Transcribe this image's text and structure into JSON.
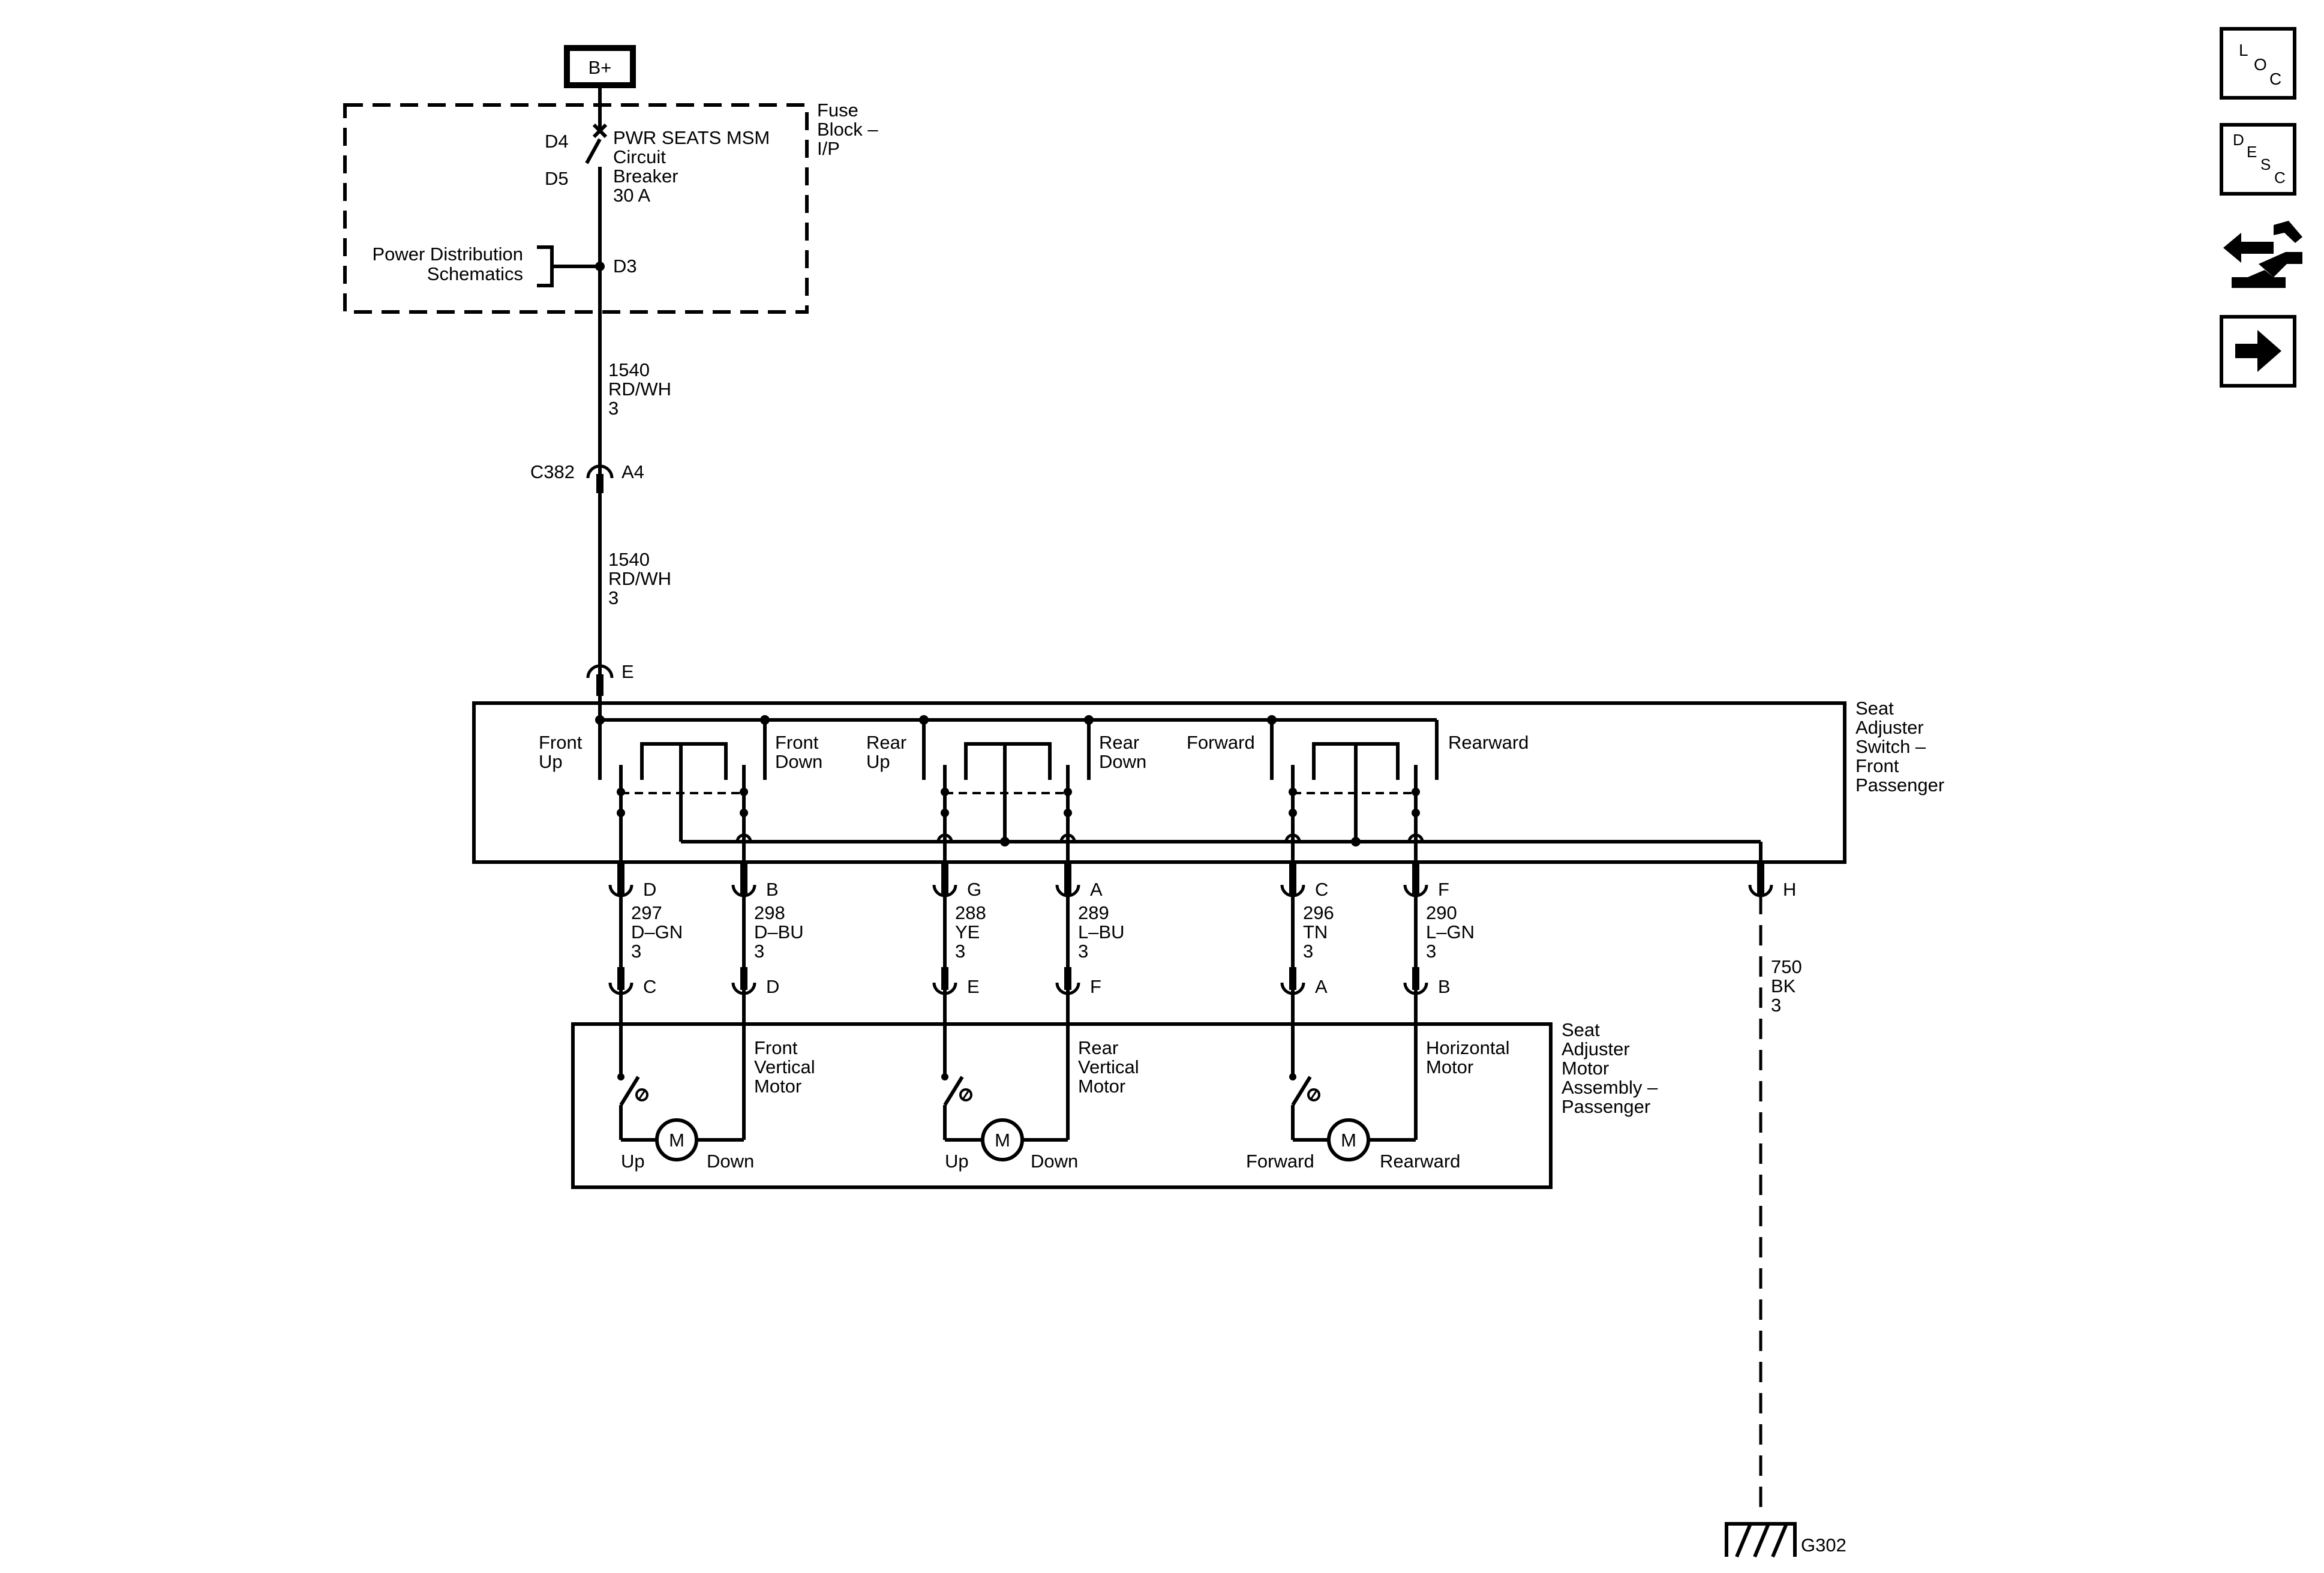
{
  "power": {
    "source": "B+"
  },
  "fuse_block": {
    "title": [
      "Fuse",
      "Block –",
      "I/P"
    ],
    "pin_in": "D4",
    "pin_out": "D5",
    "breaker": [
      "PWR SEATS MSM",
      "Circuit",
      "Breaker",
      "30 A"
    ],
    "tap_pin": "D3",
    "ref": [
      "Power Distribution",
      "Schematics"
    ]
  },
  "feed_wire_upper": [
    "1540",
    "RD/WH",
    "3"
  ],
  "inline_connector": {
    "name": "C382",
    "pin": "A4"
  },
  "feed_wire_lower": [
    "1540",
    "RD/WH",
    "3"
  ],
  "switch": {
    "input_pin": "E",
    "title": [
      "Seat",
      "Adjuster",
      "Switch –",
      "Front",
      "Passenger"
    ],
    "positions": [
      [
        "Front",
        "Up"
      ],
      [
        "Front",
        "Down"
      ],
      [
        "Rear",
        "Up"
      ],
      [
        "Rear",
        "Down"
      ],
      [
        "Forward"
      ],
      [
        "Rearward"
      ]
    ],
    "ground_pin": "H"
  },
  "circuits": [
    {
      "switch_pin": "D",
      "wire": [
        "297",
        "D–GN",
        "3"
      ],
      "motor_pin": "C"
    },
    {
      "switch_pin": "B",
      "wire": [
        "298",
        "D–BU",
        "3"
      ],
      "motor_pin": "D"
    },
    {
      "switch_pin": "G",
      "wire": [
        "288",
        "YE",
        "3"
      ],
      "motor_pin": "E"
    },
    {
      "switch_pin": "A",
      "wire": [
        "289",
        "L–BU",
        "3"
      ],
      "motor_pin": "F"
    },
    {
      "switch_pin": "C",
      "wire": [
        "296",
        "TN",
        "3"
      ],
      "motor_pin": "A"
    },
    {
      "switch_pin": "F",
      "wire": [
        "290",
        "L–GN",
        "3"
      ],
      "motor_pin": "B"
    }
  ],
  "ground_wire": [
    "750",
    "BK",
    "3"
  ],
  "ground": {
    "name": "G302"
  },
  "motor_assembly": {
    "title": [
      "Seat",
      "Adjuster",
      "Motor",
      "Assembly –",
      "Passenger"
    ],
    "motor_symbol": "M",
    "motors": [
      {
        "name": [
          "Front",
          "Vertical",
          "Motor"
        ],
        "left": "Up",
        "right": "Down"
      },
      {
        "name": [
          "Rear",
          "Vertical",
          "Motor"
        ],
        "left": "Up",
        "right": "Down"
      },
      {
        "name": [
          "Horizontal",
          "Motor"
        ],
        "left": "Forward",
        "right": "Rearward"
      }
    ]
  },
  "nav": {
    "loc": [
      "L",
      "O",
      "C"
    ],
    "desc": [
      "D",
      "E",
      "S",
      "C"
    ],
    "tool_icon": "connector-tool-icon",
    "next_icon": "arrow-right-icon"
  }
}
